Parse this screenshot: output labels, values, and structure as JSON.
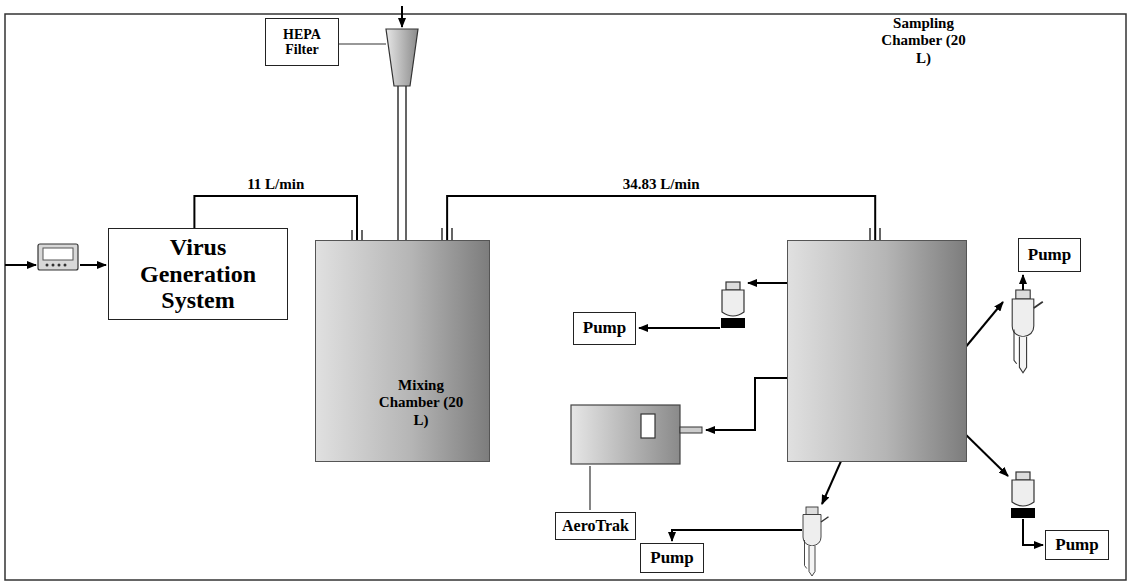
{
  "diagram": {
    "nodes": [
      {
        "text": [
          "Virus Generation System"
        ]
      },
      {
        "text": [
          "HEPA Filter"
        ]
      },
      {
        "text": [
          "Mixing Chamber (20 L)"
        ]
      },
      {
        "text": [
          "Sampling Chamber (20 L)"
        ]
      },
      {
        "text": [
          "Pump"
        ]
      },
      {
        "text": [
          "Pump"
        ]
      },
      {
        "text": [
          "AeroTrak"
        ]
      },
      {
        "text": [
          "Pump"
        ]
      },
      {
        "text": [
          "Pump"
        ]
      }
    ],
    "edges": [
      {
        "from": 0,
        "to": 2,
        "label": "11 L/min",
        "arrow": "none"
      },
      {
        "from": 2,
        "to": 3,
        "label": "34.83 L/min",
        "arrow": "none"
      }
    ]
  }
}
